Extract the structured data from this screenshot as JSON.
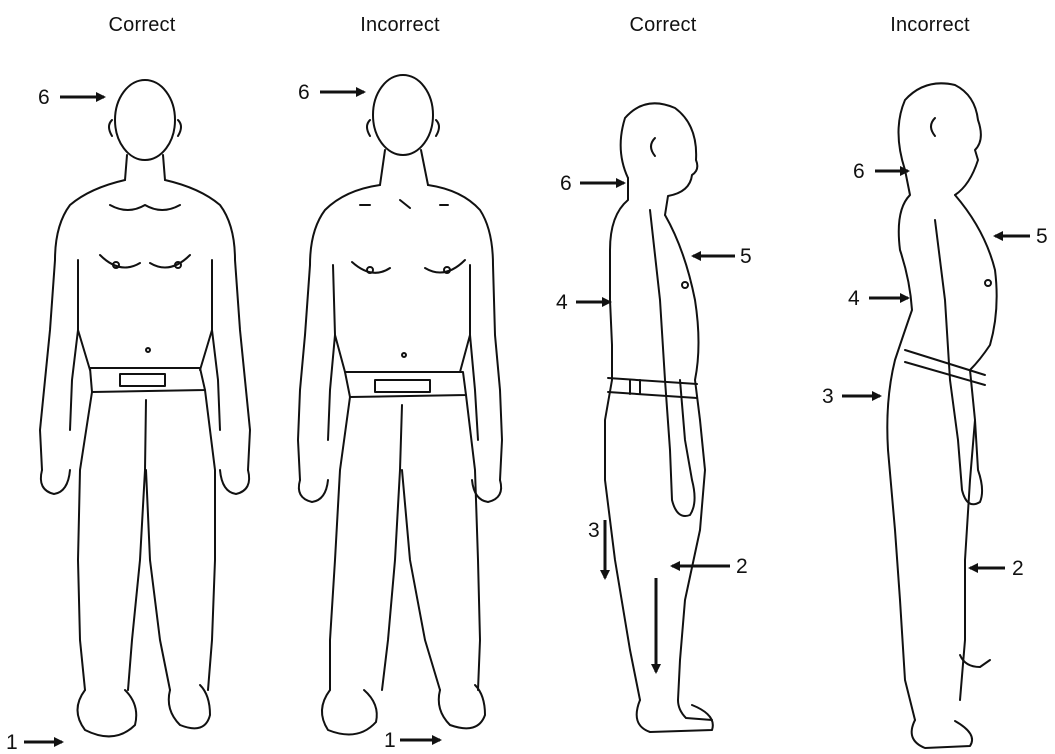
{
  "panels": [
    {
      "title": "Correct",
      "view": "front"
    },
    {
      "title": "Incorrect",
      "view": "front"
    },
    {
      "title": "Correct",
      "view": "side"
    },
    {
      "title": "Incorrect",
      "view": "side"
    }
  ],
  "markers": {
    "p1_6": "6",
    "p1_1": "1",
    "p2_6": "6",
    "p2_1": "1",
    "p3_6": "6",
    "p3_5": "5",
    "p3_4": "4",
    "p3_3": "3",
    "p3_2": "2",
    "p4_6": "6",
    "p4_5": "5",
    "p4_4": "4",
    "p4_3": "3",
    "p4_2": "2"
  },
  "colors": {
    "ink": "#111111",
    "background": "#ffffff"
  }
}
